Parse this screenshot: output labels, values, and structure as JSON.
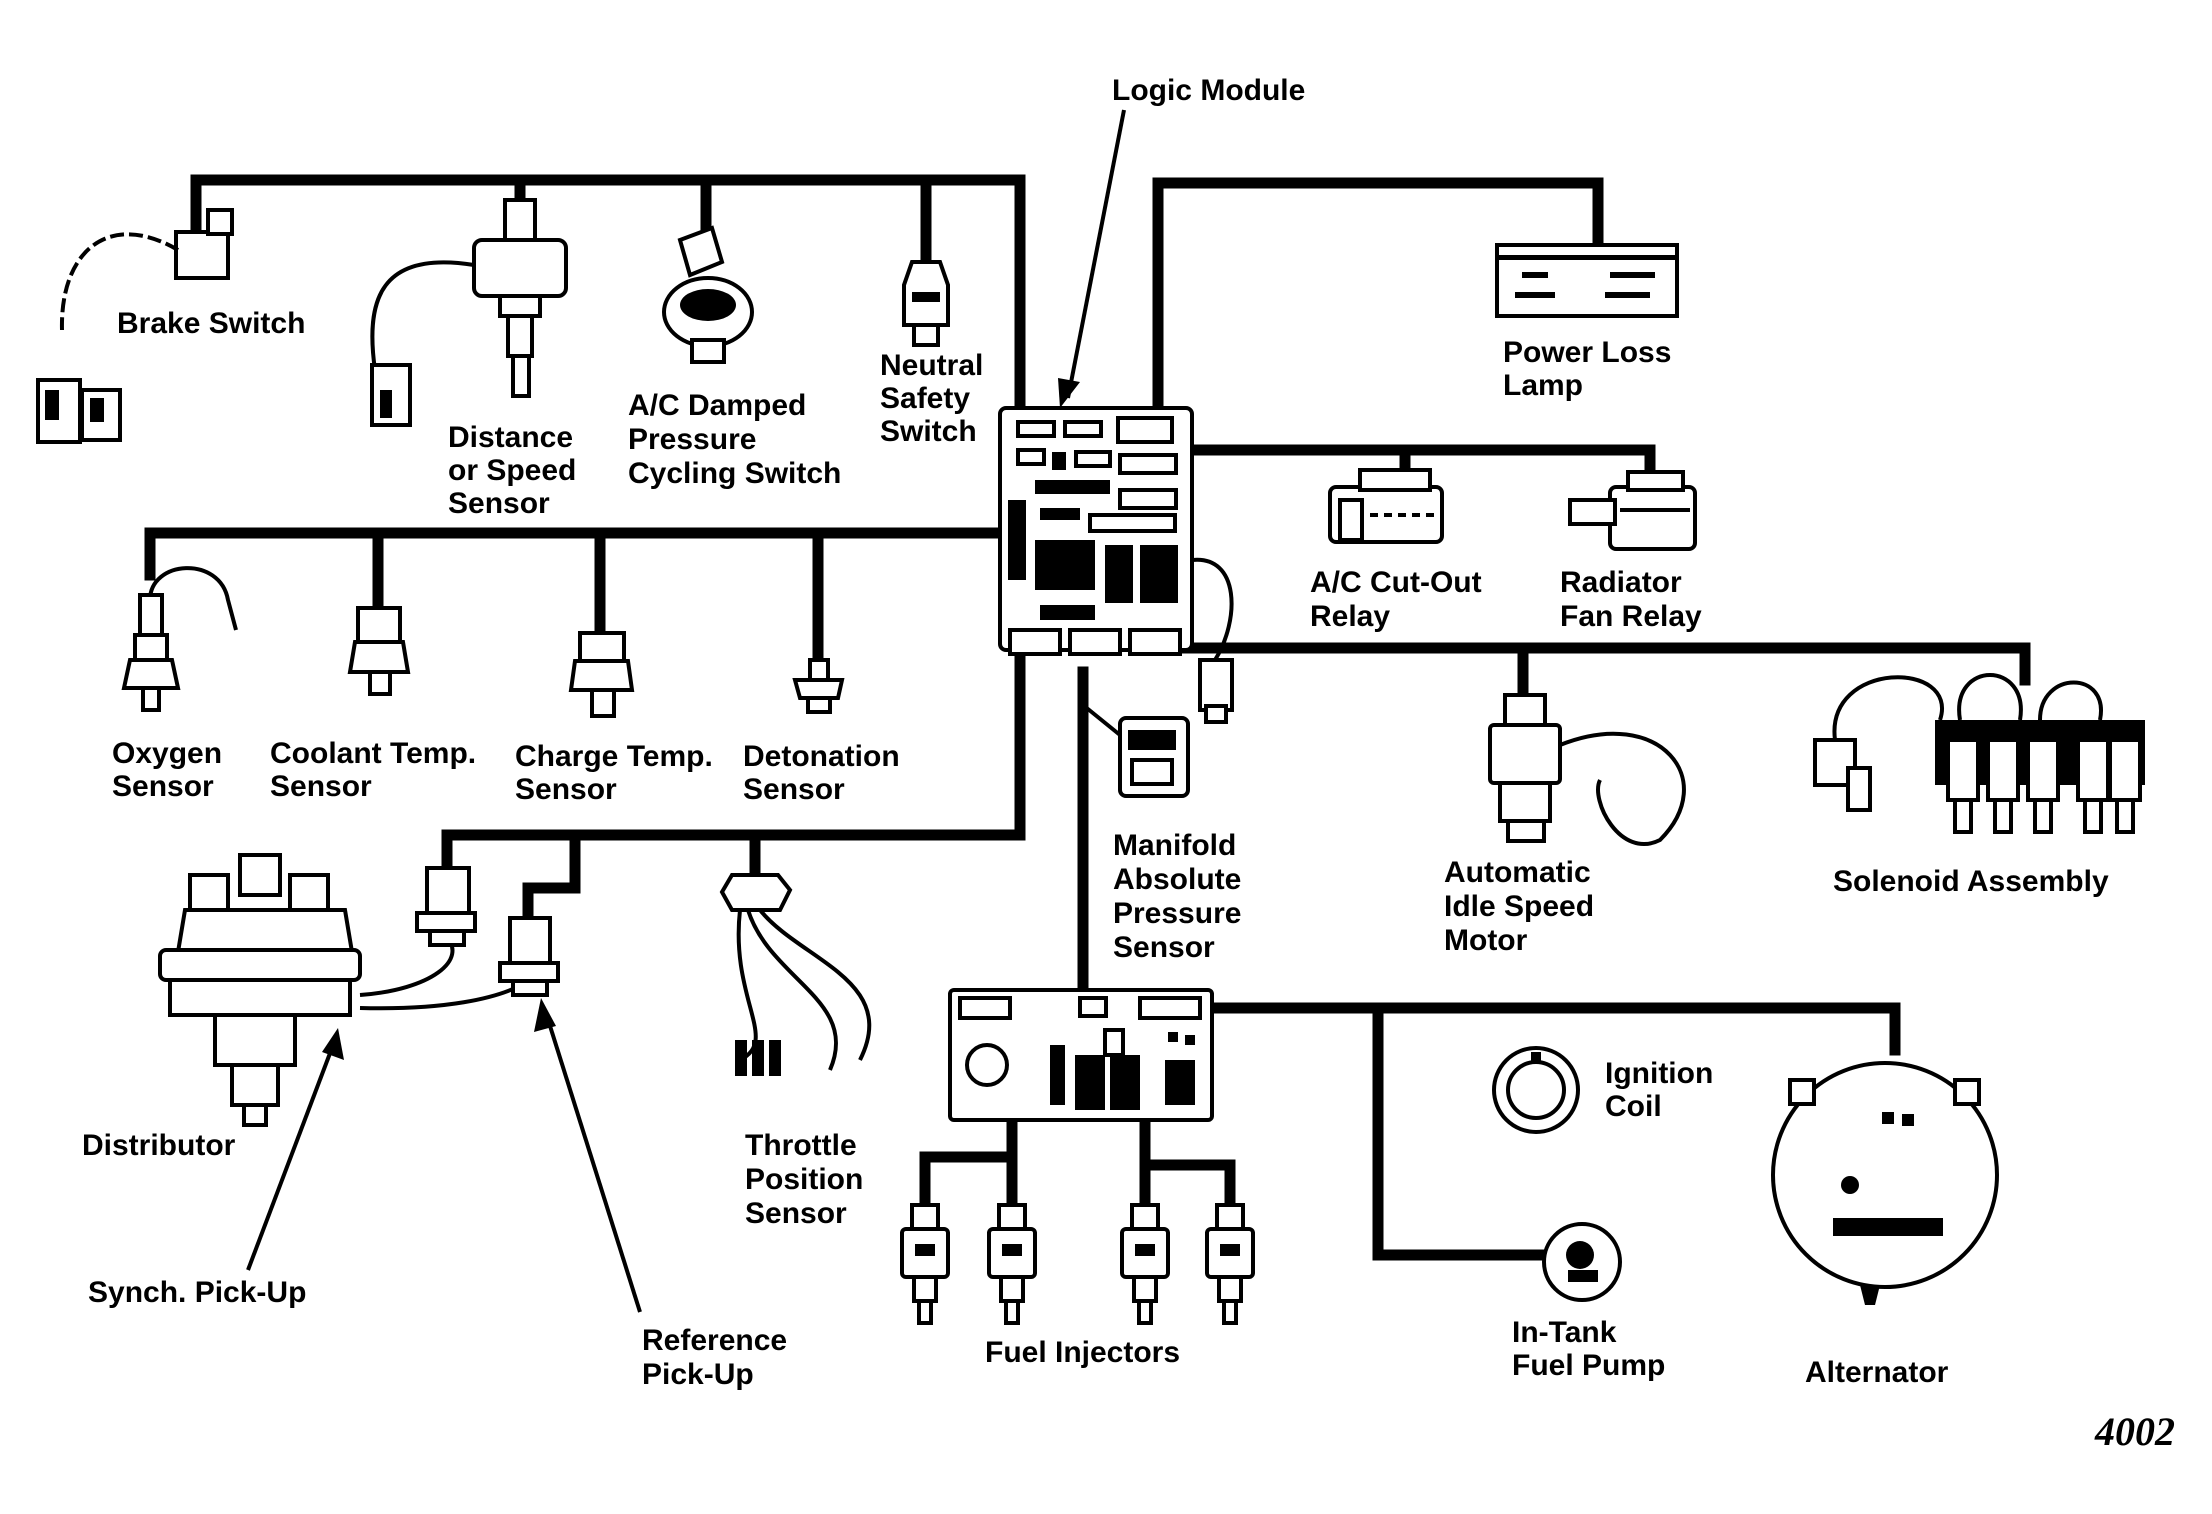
{
  "figure_number": "4002",
  "labels": {
    "logic_module": "Logic Module",
    "brake_switch": "Brake Switch",
    "distance_speed_sensor": [
      "Distance",
      "or Speed",
      "Sensor"
    ],
    "ac_damped_switch": [
      "A/C Damped",
      "Pressure",
      "Cycling Switch"
    ],
    "neutral_safety_switch": [
      "Neutral",
      "Safety",
      "Switch"
    ],
    "power_loss_lamp": [
      "Power Loss",
      "Lamp"
    ],
    "ac_cutout_relay": [
      "A/C Cut-Out",
      "Relay"
    ],
    "radiator_fan_relay": [
      "Radiator",
      "Fan Relay"
    ],
    "oxygen_sensor": [
      "Oxygen",
      "Sensor"
    ],
    "coolant_temp_sensor": [
      "Coolant Temp.",
      "Sensor"
    ],
    "charge_temp_sensor": [
      "Charge Temp.",
      "Sensor"
    ],
    "detonation_sensor": [
      "Detonation",
      "Sensor"
    ],
    "map_sensor": [
      "Manifold",
      "Absolute",
      "Pressure",
      "Sensor"
    ],
    "idle_speed_motor": [
      "Automatic",
      "Idle Speed",
      "Motor"
    ],
    "solenoid_assembly": "Solenoid Assembly",
    "distributor": "Distributor",
    "synch_pickup": "Synch. Pick-Up",
    "reference_pickup": [
      "Reference",
      "Pick-Up"
    ],
    "throttle_position_sensor": [
      "Throttle",
      "Position",
      "Sensor"
    ],
    "fuel_injectors": "Fuel Injectors",
    "ignition_coil": [
      "Ignition",
      "Coil"
    ],
    "in_tank_fuel_pump": [
      "In-Tank",
      "Fuel Pump"
    ],
    "alternator": "Alternator"
  }
}
